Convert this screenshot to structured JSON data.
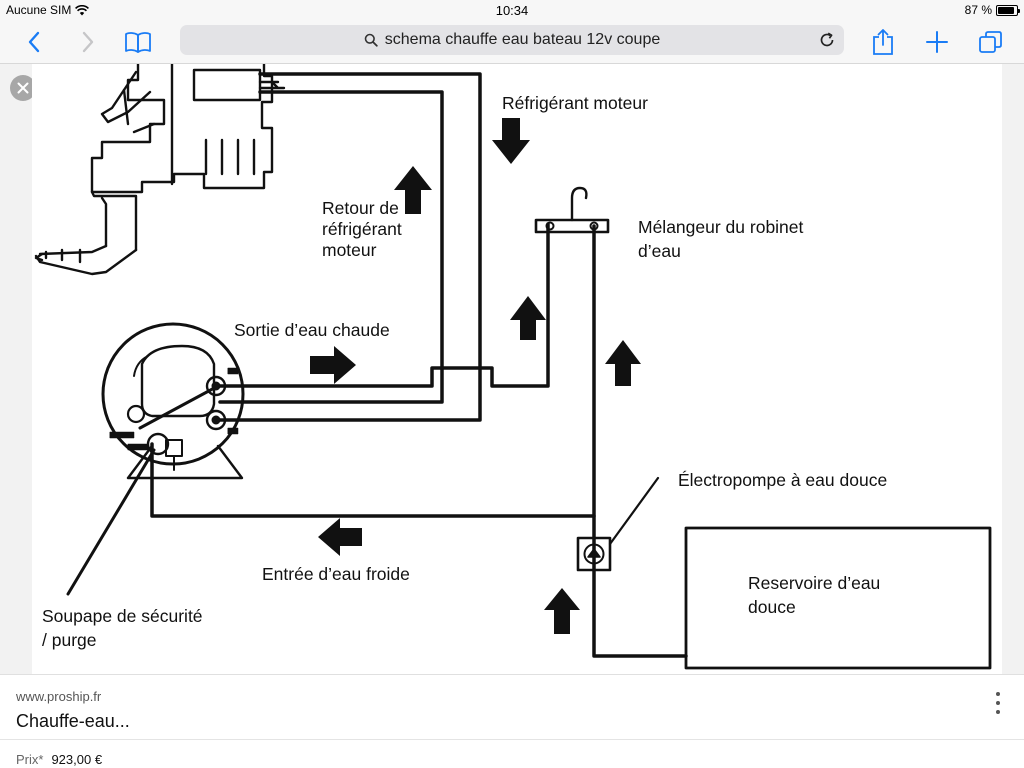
{
  "status_bar": {
    "carrier": "Aucune SIM",
    "time": "10:34",
    "battery_text": "87 %",
    "battery_level": 0.87
  },
  "browser": {
    "url_text": "schema chauffe eau bateau 12v coupe"
  },
  "diagram": {
    "labels": {
      "refrigerant_moteur": "Réfrigérant moteur",
      "retour_line1": "Retour de",
      "retour_line2": "réfrigérant",
      "retour_line3": "moteur",
      "melangeur_line1": "Mélangeur du robinet",
      "melangeur_line2": "d’eau",
      "sortie": "Sortie d’eau chaude",
      "electropompe": "Électropompe à eau douce",
      "entree": "Entrée d’eau froide",
      "reservoir_line1": "Reservoire d’eau",
      "reservoir_line2": "douce",
      "soupape_line1": "Soupape de sécurité",
      "soupape_line2": "/ purge"
    }
  },
  "result": {
    "source": "www.proship.fr",
    "title": "Chauffe-eau...",
    "price_label": "Prix*",
    "price_value": "923,00 €"
  },
  "colors": {
    "accent": "#1a7cf5",
    "line": "#111111"
  }
}
